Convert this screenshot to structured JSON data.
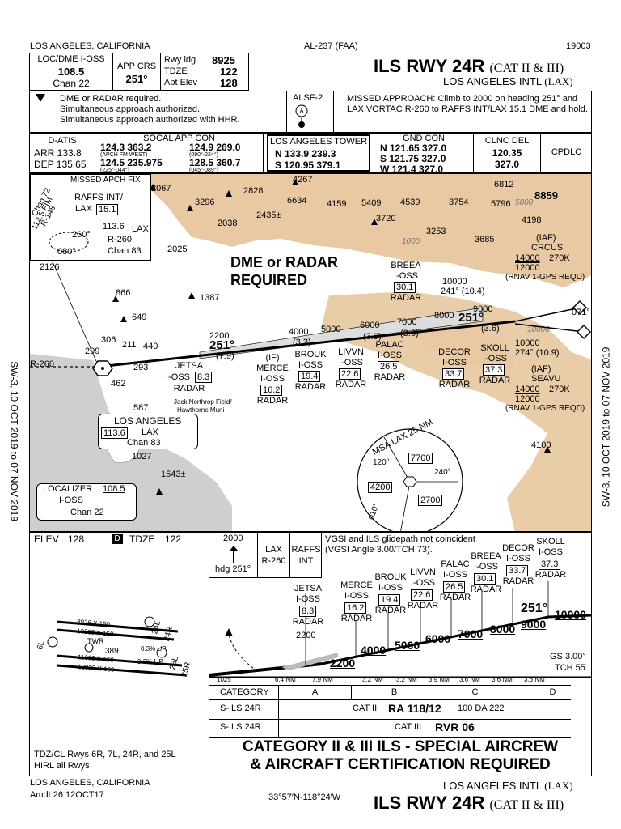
{
  "top": {
    "location": "LOS ANGELES, CALIFORNIA",
    "chart_id": "AL-237 (FAA)",
    "serial": "19003"
  },
  "title": {
    "main": "ILS RWY 24R",
    "sub": "(CAT II & III)",
    "airport": "LOS ANGELES INTL",
    "airport_code": "(LAX)"
  },
  "loc": {
    "label": "LOC/DME I-OSS",
    "freq": "108.5",
    "chan": "Chan 22"
  },
  "app_crs": {
    "label": "APP CRS",
    "value": "251°"
  },
  "rwy": {
    "ldg_label": "Rwy ldg",
    "ldg": "8925",
    "tdze_label": "TDZE",
    "tdze": "122",
    "elev_label": "Apt Elev",
    "elev": "128"
  },
  "notes": {
    "l1": "DME or RADAR required.",
    "l2": "Simultaneous approach authorized.",
    "l3": "Simultaneous approach authorized with HHR."
  },
  "alsf": "ALSF-2",
  "missed": "MISSED APPROACH: Climb to 2000 on heading 251° and LAX VORTAC R-260 to RAFFS INT/LAX 15.1 DME and hold.",
  "comms": {
    "datis_label": "D-ATIS",
    "arr": "ARR 133.8",
    "dep": "DEP 135.65",
    "socal_label": "SOCAL APP CON",
    "socal_r1a": "124.3  363.2",
    "socal_r1a_note": "(APCH FM WEST)",
    "socal_r1b": "124.9  269.0",
    "socal_r1b_note": "(090°-224°)",
    "socal_r2a": "124.5  235.975",
    "socal_r2a_note": "(225°-044°)",
    "socal_r2b": "128.5  360.7",
    "socal_r2b_note": "(045°-089°)",
    "tower_label": "LOS ANGELES TOWER",
    "tower_n": "N 133.9  239.3",
    "tower_s": "S 120.95  379.1",
    "gnd_label": "GND CON",
    "gnd_n": "N 121.65  327.0",
    "gnd_s": "S 121.75  327.0",
    "gnd_w": "W 121.4  327.0",
    "clnc_label": "CLNC DEL",
    "clnc1": "120.35",
    "clnc2": "327.0",
    "cpdlc": "CPDLC"
  },
  "plan": {
    "dme_radar": "DME or RADAR",
    "required": "REQUIRED",
    "missed_fix": "MISSED APCH FIX",
    "raffs": "RAFFS INT/",
    "raffs_lax": "LAX",
    "raffs_dme": "15.1",
    "lax_dme2": "113.6",
    "lax_id": "LAX",
    "r260": "R-260",
    "chan83": "Chan 83",
    "fm": "112.5 FIM",
    "fm_r": "R-148",
    "fm_chan": "Chan 72",
    "deg260": "260°",
    "deg080": "080°",
    "iaf_crcus": "(IAF)",
    "crcus": "CRCUS",
    "crcus_alt1": "14000",
    "crcus_alt2": "12000",
    "crcus_spd": "270K",
    "crcus_rnav": "(RNAV 1-GPS REQD)",
    "iaf_seavu": "(IAF)",
    "seavu": "SEAVU",
    "seavu_alt1": "14000",
    "seavu_alt2": "12000",
    "seavu_spd": "270K",
    "seavu_rnav": "(RNAV 1-GPS REQD)",
    "breea": "BREEA",
    "breea_id": "I-OSS",
    "breea_dme": "30.1",
    "breea_radar": "RADAR",
    "skoll": "SKOLL",
    "skoll_id": "I-OSS",
    "skoll_dme": "37.3",
    "skoll_radar": "RADAR",
    "decor": "DECOR",
    "decor_id": "I-OSS",
    "decor_dme": "33.7",
    "decor_radar": "RADAR",
    "palac": "PALAC",
    "palac_id": "I-OSS",
    "palac_dme": "26.5",
    "palac_radar": "RADAR",
    "livvn": "LIVVN",
    "livvn_id": "I-OSS",
    "livvn_dme": "22.6",
    "livvn_radar": "RADAR",
    "brouk": "BROUK",
    "brouk_id": "I-OSS",
    "brouk_dme": "19.4",
    "brouk_radar": "RADAR",
    "merce_if": "(IF)",
    "merce": "MERCE",
    "merce_id": "I-OSS",
    "merce_dme": "16.2",
    "merce_radar": "RADAR",
    "jetsa": "JETSA",
    "jetsa_id": "I-OSS",
    "jetsa_dme": "8.3",
    "jetsa_radar": "RADAR",
    "crs251": "251°",
    "crs251b": "251°",
    "seg79": "(7.9)",
    "seg32": "(3.2)",
    "seg39": "(3.9)",
    "seg36a": "(3.6)",
    "seg36b": "(3.6)",
    "a2200": "2200",
    "a4000": "4000",
    "a5000": "5000",
    "a6000": "6000",
    "a7000": "7000",
    "a8000": "8000",
    "a9000": "9000",
    "a10000": "10000",
    "crcus_leg": "241° (10.4)",
    "seavu_leg": "274° (10.9)",
    "deg071": "071°",
    "la_name": "LOS ANGELES",
    "la_freq": "113.6",
    "la_id": "LAX",
    "la_chan": "Chan 83",
    "loc_name": "LOCALIZER",
    "loc_freq": "108.5",
    "loc_id": "I-OSS",
    "loc_chan": "Chan 22",
    "northrop": "Jack Northrop Field/",
    "northrop2": "Hawthorne Muni",
    "msa": "MSA LAX 25 NM",
    "msa1": "7700",
    "msa2": "4200",
    "msa3": "2700",
    "msa_d1": "120°",
    "msa_d2": "240°",
    "msa_d3": "010°",
    "e2067": "2067",
    "e2828": "2828",
    "e4267": "4267",
    "e6634": "6634",
    "e4159": "4159",
    "e5409": "5409",
    "e4539": "4539",
    "e3754": "3754",
    "e6812": "6812",
    "e8859": "8859",
    "e3296": "3296",
    "e2435": "2435±",
    "e2038": "2038",
    "e3720": "3720",
    "e5796": "5796",
    "e4198": "4198",
    "e3253": "3253",
    "e3685": "3685",
    "e2025": "2025",
    "e2126": "2126",
    "e866": "866",
    "e1387": "1387",
    "e649": "649",
    "e306": "306",
    "e211": "211",
    "e440": "440",
    "e299": "299",
    "e293": "293",
    "e462": "462",
    "e587": "587",
    "e1027": "1027",
    "e1543": "1543±",
    "e4100": "4100",
    "c1000": "1000",
    "c5000": "5000",
    "c10000": "10000",
    "cr260": "R-260"
  },
  "side": {
    "left": "SW-3, 10 OCT 2019 to 07 NOV 2019",
    "right": "SW-3, 10 OCT 2019 to 07 NOV 2019"
  },
  "profile": {
    "elev_label": "ELEV",
    "elev": "128",
    "d": "D",
    "tdze_label": "TDZE",
    "tdze": "122",
    "ma_alt": "2000",
    "ma_hdg": "hdg 251°",
    "ma_lax": "LAX",
    "ma_r": "R-260",
    "ma_raffs": "RAFFS",
    "ma_int": "INT",
    "vgsi1": "VGSI and ILS glidepath not coincident",
    "vgsi2": "(VGSI Angle 3.00/TCH 73).",
    "skoll": "SKOLL",
    "skoll_id": "I-OSS",
    "skoll_dme": "37.3",
    "skoll_radar": "RADAR",
    "decor": "DECOR",
    "decor_id": "I-OSS",
    "decor_dme": "33.7",
    "decor_radar": "RADAR",
    "breea": "BREEA",
    "breea_id": "I-OSS",
    "breea_dme": "30.1",
    "breea_radar": "RADAR",
    "palac": "PALAC",
    "palac_id": "I-OSS",
    "palac_dme": "26.5",
    "palac_radar": "RADAR",
    "livvn": "LIVVN",
    "livvn_id": "I-OSS",
    "livvn_dme": "22.6",
    "livvn_radar": "RADAR",
    "brouk": "BROUK",
    "brouk_id": "I-OSS",
    "brouk_dme": "19.4",
    "brouk_radar": "RADAR",
    "merce": "MERCE",
    "merce_id": "I-OSS",
    "merce_dme": "16.2",
    "merce_radar": "RADAR",
    "jetsa": "JETSA",
    "jetsa_id": "I-OSS",
    "jetsa_dme": "8.3",
    "jetsa_radar": "RADAR",
    "a2200": "2200",
    "a2200b": "2200",
    "a4000": "4000",
    "a5000": "5000",
    "a6000": "6000",
    "a7000": "7000",
    "a8000": "8000",
    "a9000": "9000",
    "a10000": "10000",
    "crs": "251°",
    "gs": "GS 3.00°",
    "tch": "TCH 55",
    "d1": "6.4 NM",
    "d2": "7.9 NM",
    "d3": "3.2 NM",
    "d4": "3.2 NM",
    "d5": "3.9 NM",
    "d6": "3.6 NM",
    "d7": "3.6 NM",
    "d8": "3.6 NM",
    "d0": "1025'"
  },
  "airport_diagram": {
    "rwy1": "8926 X 150",
    "rwy2": "10285 X 150",
    "rwy3": "11095 X 150",
    "rwy4": "12923 X 150",
    "rwy_24l": "24L",
    "rwy_24r": "24R",
    "rwy_25r": "25R",
    "rwy_25l": "25L",
    "rwy_6l": "6L",
    "elev389": "389",
    "twr": "TWR",
    "slope1": "0.3% UP",
    "slope2": "0.3% UP",
    "notes1": "TDZ/CL Rwys 6R, 7L, 24R, and 25L",
    "notes2": "HIRL all Rwys"
  },
  "minima": {
    "category": "CATEGORY",
    "cat_a": "A",
    "cat_b": "B",
    "cat_c": "C",
    "cat_d": "D",
    "row1_label": "S-ILS 24R",
    "row1_cat": "CAT II",
    "row1_ra": "RA 118/12",
    "row1_da": "100  DA 222",
    "row2_label": "S-ILS 24R",
    "row2_cat": "CAT III",
    "row2_rvr": "RVR 06",
    "cert1": "CATEGORY  II & III  ILS - SPECIAL AIRCREW",
    "cert2": "& AIRCRAFT CERTIFICATION REQUIRED"
  },
  "bottom": {
    "location": "LOS ANGELES, CALIFORNIA",
    "amdt": "Amdt 26  12OCT17",
    "coords": "33°57′N-118°24′W",
    "airport": "LOS ANGELES INTL",
    "airport_code": "(LAX)",
    "title": "ILS RWY 24R",
    "sub": "(CAT II & III)"
  },
  "colors": {
    "terrain": "#e8c9a3",
    "water": "#cfcfcf"
  }
}
